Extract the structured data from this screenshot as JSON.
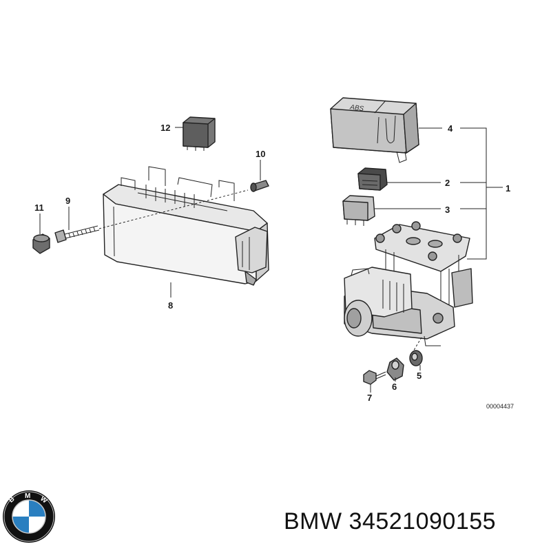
{
  "diagram": {
    "callouts": {
      "c1": "1",
      "c2": "2",
      "c3": "3",
      "c4": "4",
      "c5": "5",
      "c6": "6",
      "c7": "7",
      "c8": "8",
      "c9": "9",
      "c10": "10",
      "c11": "11",
      "c12": "12"
    },
    "cover_lettering": "ABS",
    "figure_id": "00004437"
  },
  "footer": {
    "brand": "BMW",
    "part_number": "34521090155"
  },
  "logo": {
    "name": "bmw-logo",
    "lettering": "BMW",
    "colors": {
      "blue": "#2a7fc0",
      "white": "#ffffff",
      "ring": "#111111"
    }
  }
}
